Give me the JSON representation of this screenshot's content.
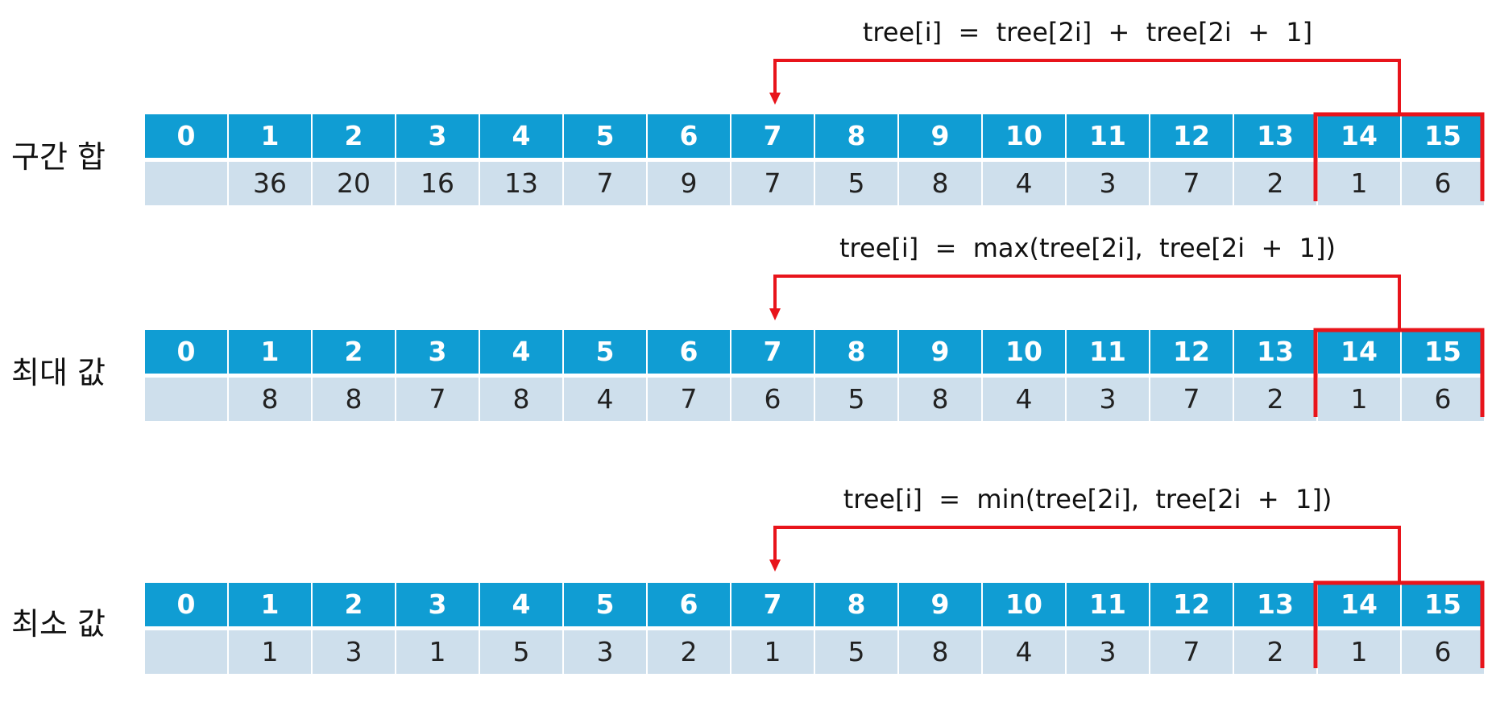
{
  "sections": [
    {
      "label": "구간 합",
      "formula": "tree[i]  =  tree[2i]  +  tree[2i  +  1]",
      "indices": [
        "0",
        "1",
        "2",
        "3",
        "4",
        "5",
        "6",
        "7",
        "8",
        "9",
        "10",
        "11",
        "12",
        "13",
        "14",
        "15"
      ],
      "values": [
        "",
        "36",
        "20",
        "16",
        "13",
        "7",
        "9",
        "7",
        "5",
        "8",
        "4",
        "3",
        "7",
        "2",
        "1",
        "6"
      ]
    },
    {
      "label": "최대 값",
      "formula": "tree[i]  =  max(tree[2i],  tree[2i  +  1])",
      "indices": [
        "0",
        "1",
        "2",
        "3",
        "4",
        "5",
        "6",
        "7",
        "8",
        "9",
        "10",
        "11",
        "12",
        "13",
        "14",
        "15"
      ],
      "values": [
        "",
        "8",
        "8",
        "7",
        "8",
        "4",
        "7",
        "6",
        "5",
        "8",
        "4",
        "3",
        "7",
        "2",
        "1",
        "6"
      ]
    },
    {
      "label": "최소 값",
      "formula": "tree[i]  =  min(tree[2i],  tree[2i  +  1])",
      "indices": [
        "0",
        "1",
        "2",
        "3",
        "4",
        "5",
        "6",
        "7",
        "8",
        "9",
        "10",
        "11",
        "12",
        "13",
        "14",
        "15"
      ],
      "values": [
        "",
        "1",
        "3",
        "1",
        "5",
        "3",
        "2",
        "1",
        "5",
        "8",
        "4",
        "3",
        "7",
        "2",
        "1",
        "6"
      ]
    }
  ],
  "colors": {
    "header": "#109dd3",
    "value_row": "#cedfec",
    "highlight": "#e8141b"
  }
}
